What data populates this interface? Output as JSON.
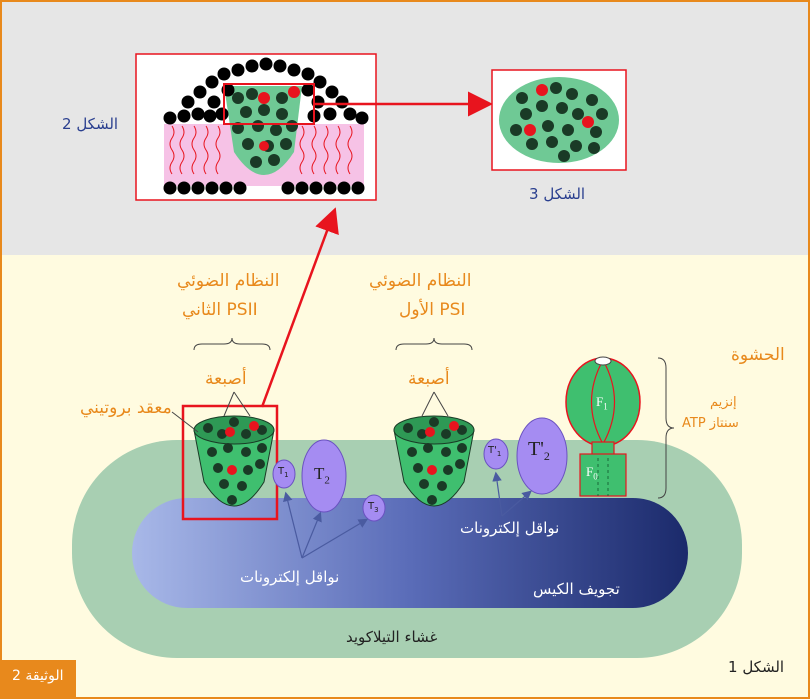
{
  "labels": {
    "figure2": "الشكل 2",
    "figure3": "الشكل 3",
    "figure1": "الشكل 1",
    "ps2_line1": "النظام الضوئي",
    "ps2_line2": "الثاني PSII",
    "ps1_line1": "النظام الضوئي",
    "ps1_line2": "الأول PSI",
    "fingers_ps2": "أصبعة",
    "fingers_ps1": "أصبعة",
    "protein_complex": "معقد بروتيني",
    "stroma": "الحشوة",
    "atp_synthase_1": "إنزيم",
    "atp_synthase_2": "ATP سنتاز",
    "electron_carriers_1": "نواقل إلكترونات",
    "electron_carriers_2": "نواقل إلكترونات",
    "lumen": "تجويف الكيس",
    "thylakoid_membrane": "غشاء التيلاكويد",
    "document": "الوثيقة 2",
    "T1": "T",
    "T1_sub": "1",
    "T2": "T",
    "T2_sub": "2",
    "T3": "T",
    "T3_sub": "3",
    "T1p": "T'",
    "T1p_sub": "1",
    "T2p": "T'",
    "T2p_sub": "2",
    "F1": "F",
    "F1_sub": "1",
    "F0": "F",
    "F0_sub": "0"
  },
  "colors": {
    "frame": "#e8891c",
    "top_band": "#e6e6e6",
    "background": "#fffbe0",
    "membrane": "#a8cfb2",
    "lumen_light": "#a8b8e8",
    "lumen_dark": "#1b2a6b",
    "protein": "#3fbf6f",
    "carrier": "#a58cf2",
    "arrow_red": "#e8141e",
    "label_blue": "#2a3f8f"
  }
}
